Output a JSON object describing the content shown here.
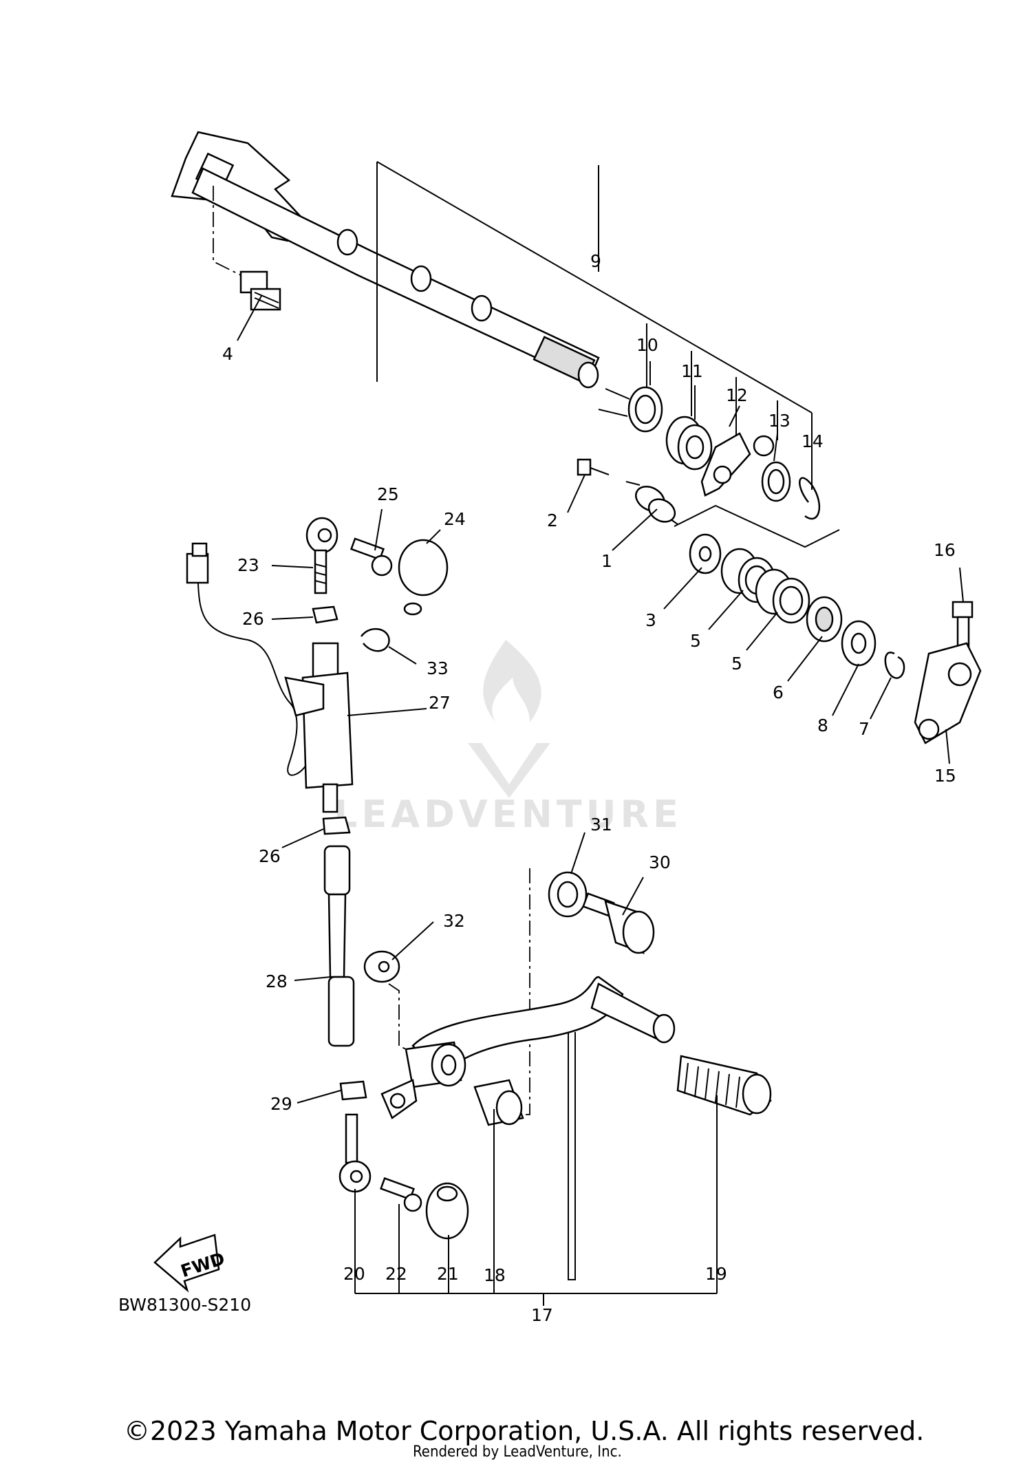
{
  "diagram": {
    "reference_code": "BW81300-S210",
    "fwd_label": "FWD",
    "watermark_text": "LEADVENTURE",
    "callouts": {
      "n1": "1",
      "n2": "2",
      "n3": "3",
      "n4": "4",
      "n5a": "5",
      "n5b": "5",
      "n6": "6",
      "n7": "7",
      "n8": "8",
      "n9": "9",
      "n10": "10",
      "n11": "11",
      "n12": "12",
      "n13": "13",
      "n14": "14",
      "n15": "15",
      "n16": "16",
      "n17": "17",
      "n18": "18",
      "n19": "19",
      "n20": "20",
      "n21": "21",
      "n22": "22",
      "n23": "23",
      "n24": "24",
      "n25": "25",
      "n26a": "26",
      "n26b": "26",
      "n27": "27",
      "n28": "28",
      "n29": "29",
      "n30": "30",
      "n31": "31",
      "n32": "32",
      "n33": "33"
    }
  },
  "footer": {
    "copyright": "©2023 Yamaha Motor Corporation, U.S.A. All rights reserved.",
    "rendered_by": "Rendered by LeadVenture, Inc."
  },
  "colors": {
    "line": "#000000",
    "background": "#ffffff",
    "watermark": "#e6e6e6"
  }
}
